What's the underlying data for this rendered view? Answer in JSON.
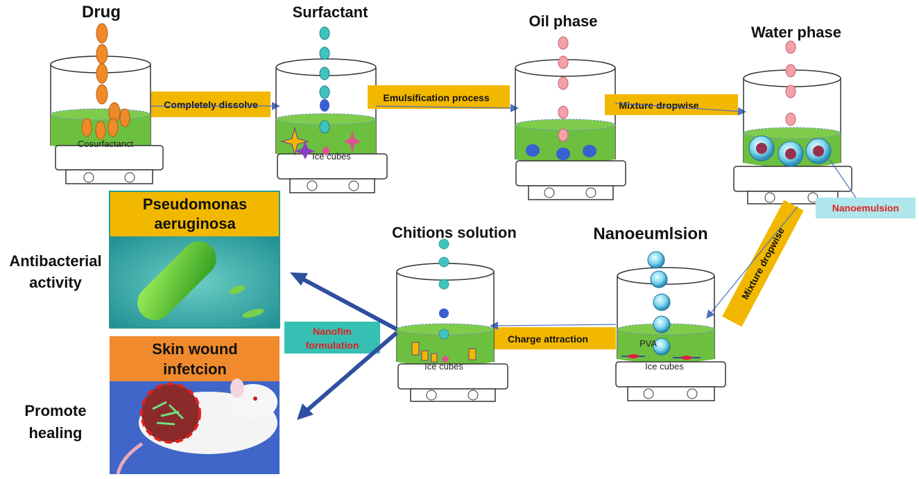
{
  "stages": {
    "drug": "Drug",
    "surfactant": "Surfactant",
    "oil_phase": "Oil  phase",
    "water_phase": "Water phase",
    "chitions_solution": "Chitions solution",
    "nanoeumlsion": "Nanoeumlsion"
  },
  "beaker_labels": {
    "cosurfactant": "Cosurfactanct",
    "ice_cubes": "Ice cubes",
    "pva": "PVA"
  },
  "process_steps": {
    "completely_dissolve": "Completely dissolve",
    "emulsification": "Emulsification process",
    "mixture_dropwise_1": "Mixture dropwise",
    "mixture_dropwise_2": "Mixture dropwise",
    "charge_attraction": "Charge attraction"
  },
  "callouts": {
    "nanoemulsion": "Nanoemulsion",
    "nanofilm_line1": "Nanofim",
    "nanofilm_line2": "formulation"
  },
  "panels": {
    "pseudomonas_line1": "Pseudomonas",
    "pseudomonas_line2": "aeruginosa",
    "wound_line1": "Skin wound",
    "wound_line2": "infetcion"
  },
  "outcomes": {
    "antibacterial_line1": "Antibacterial",
    "antibacterial_line2": "activity",
    "healing_line1": "Promote",
    "healing_line2": "healing"
  },
  "colors": {
    "liquid": "#6dbf3f",
    "band": "#f2b800",
    "arrow_blue": "#2f4fa0",
    "drop_orange": "#ef8a2b",
    "drop_teal": "#3fc3c0",
    "drop_pink": "#f4a0a8",
    "callout_cyan": "#aee6ec",
    "callout_teal": "#36c0b4",
    "panel_orange": "#f08a2c",
    "highlight_red": "#e0201f"
  }
}
